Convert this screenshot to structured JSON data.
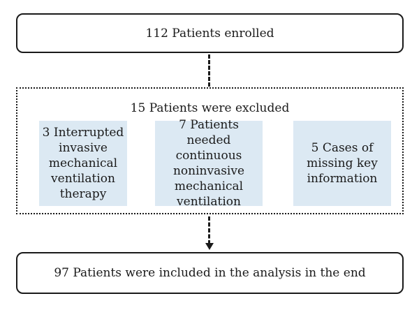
{
  "enrolled": {
    "text": "112 Patients enrolled"
  },
  "excluded": {
    "title": "15 Patients were excluded",
    "reasons": [
      "3 Interrupted invasive mechanical ventilation therapy",
      "7 Patients needed continuous noninvasive mechanical ventilation",
      "5 Cases of missing key information"
    ]
  },
  "included": {
    "text": "97 Patients were included in the analysis in the end"
  },
  "colors": {
    "reason_fill": "#dce9f3",
    "border": "#1a1a1a"
  }
}
